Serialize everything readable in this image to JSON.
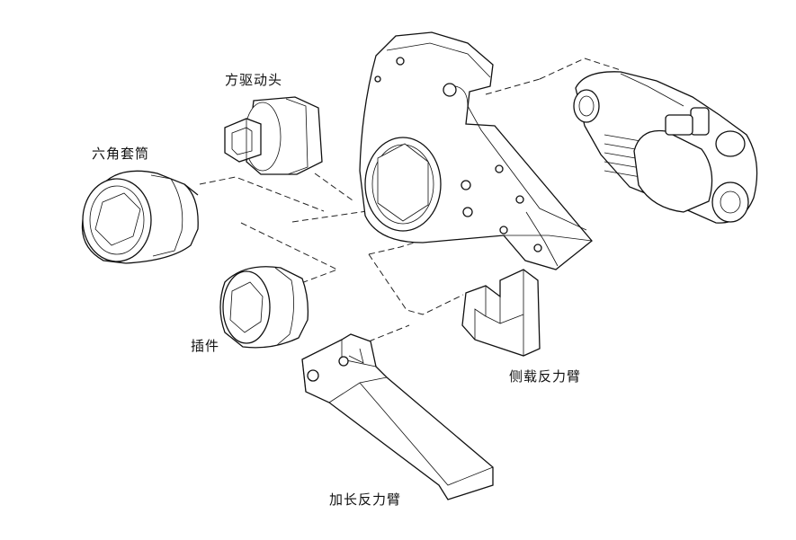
{
  "labels": {
    "hex_socket": "六角套筒",
    "square_drive": "方驱动头",
    "insert": "插件",
    "side_reaction_arm": "侧载反力臂",
    "extended_reaction_arm": "加长反力臂"
  },
  "colors": {
    "line": "#111111",
    "background": "#ffffff"
  }
}
